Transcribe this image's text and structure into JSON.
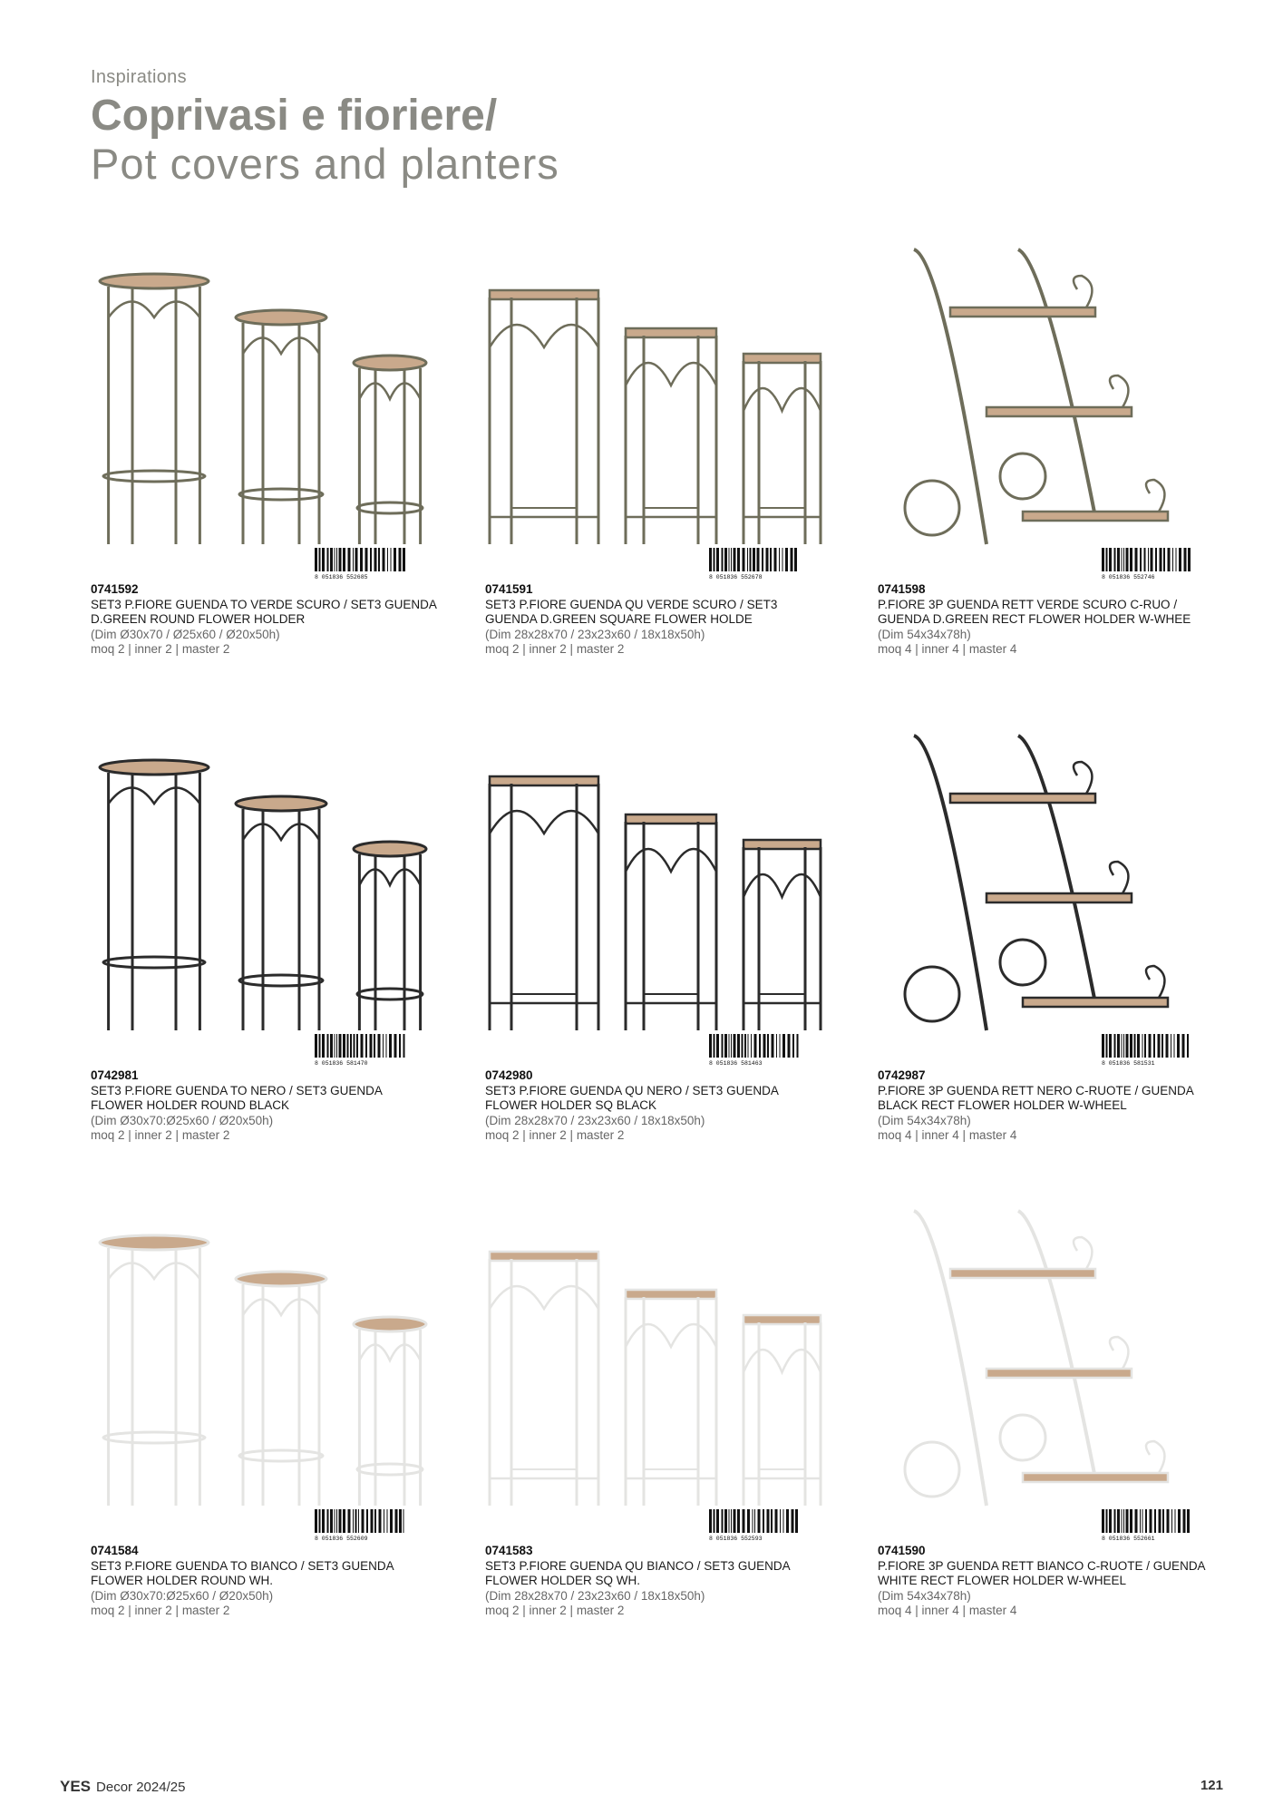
{
  "header": {
    "kicker": "Inspirations",
    "title_it": "Coprivasi e fioriere/",
    "title_en": "Pot covers and planters"
  },
  "colors": {
    "green": "#6e6d5a",
    "black": "#2b2b2b",
    "white": "#e4e4e2",
    "wood": "#c9a98c"
  },
  "products": [
    {
      "code": "0741592",
      "line1": "SET3 P.FIORE GUENDA TO VERDE SCURO / SET3 GUENDA",
      "line2": "D.GREEN ROUND  FLOWER HOLDER",
      "dim": "(Dim Ø30x70 / Ø25x60 / Ø20x50h)",
      "moq": "moq 2 | inner 2 | master 2",
      "barcode": "8 051836 552685"
    },
    {
      "code": "0741591",
      "line1": "SET3 P.FIORE GUENDA QU VERDE SCURO / SET3",
      "line2": "GUENDA D.GREEN  SQUARE FLOWER HOLDE",
      "dim": "(Dim 28x28x70 / 23x23x60 / 18x18x50h)",
      "moq": "moq 2 | inner 2 | master 2",
      "barcode": "8 051836 552678"
    },
    {
      "code": "0741598",
      "line1": "P.FIORE 3P GUENDA RETT VERDE SCURO C-RUO /",
      "line2": "GUENDA D.GREEN RECT FLOWER HOLDER W-WHEE",
      "dim": "(Dim 54x34x78h)",
      "moq": "moq 4 | inner 4 | master 4",
      "barcode": "8 051836 552746"
    },
    {
      "code": "0742981",
      "line1": "SET3 P.FIORE GUENDA TO NERO / SET3 GUENDA",
      "line2": "FLOWER HOLDER ROUND BLACK",
      "dim": "(Dim Ø30x70:Ø25x60 / Ø20x50h)",
      "moq": "moq 2 | inner 2 | master 2",
      "barcode": "8 051836 581470"
    },
    {
      "code": "0742980",
      "line1": "SET3 P.FIORE GUENDA QU NERO / SET3 GUENDA",
      "line2": "FLOWER HOLDER SQ BLACK",
      "dim": "(Dim 28x28x70 / 23x23x60 / 18x18x50h)",
      "moq": "moq 2 | inner 2 | master 2",
      "barcode": "8 051836 581463"
    },
    {
      "code": "0742987",
      "line1": "P.FIORE 3P GUENDA RETT NERO C-RUOTE / GUENDA",
      "line2": "BLACK RECT FLOWER HOLDER W-WHEEL",
      "dim": "(Dim 54x34x78h)",
      "moq": "moq 4 | inner 4 | master 4",
      "barcode": "8 051836 581531"
    },
    {
      "code": "0741584",
      "line1": "SET3 P.FIORE GUENDA TO BIANCO / SET3 GUENDA",
      "line2": "FLOWER HOLDER ROUND WH.",
      "dim": "(Dim Ø30x70:Ø25x60 / Ø20x50h)",
      "moq": "moq 2 | inner 2 | master 2",
      "barcode": "8 051836 552609"
    },
    {
      "code": "0741583",
      "line1": "SET3 P.FIORE GUENDA QU BIANCO / SET3 GUENDA",
      "line2": "FLOWER HOLDER  SQ WH.",
      "dim": "(Dim 28x28x70 / 23x23x60 / 18x18x50h)",
      "moq": "moq 2 | inner 2 | master 2",
      "barcode": "8 051836 552593"
    },
    {
      "code": "0741590",
      "line1": "P.FIORE 3P GUENDA RETT BIANCO C-RUOTE / GUENDA",
      "line2": "WHITE RECT  FLOWER HOLDER W-WHEEL",
      "dim": "(Dim 54x34x78h)",
      "moq": "moq 4 | inner 4 | master 4",
      "barcode": "8 051836 552661"
    }
  ],
  "footer": {
    "brand": "YES",
    "edition": "Decor 2024/25",
    "page": "121"
  }
}
